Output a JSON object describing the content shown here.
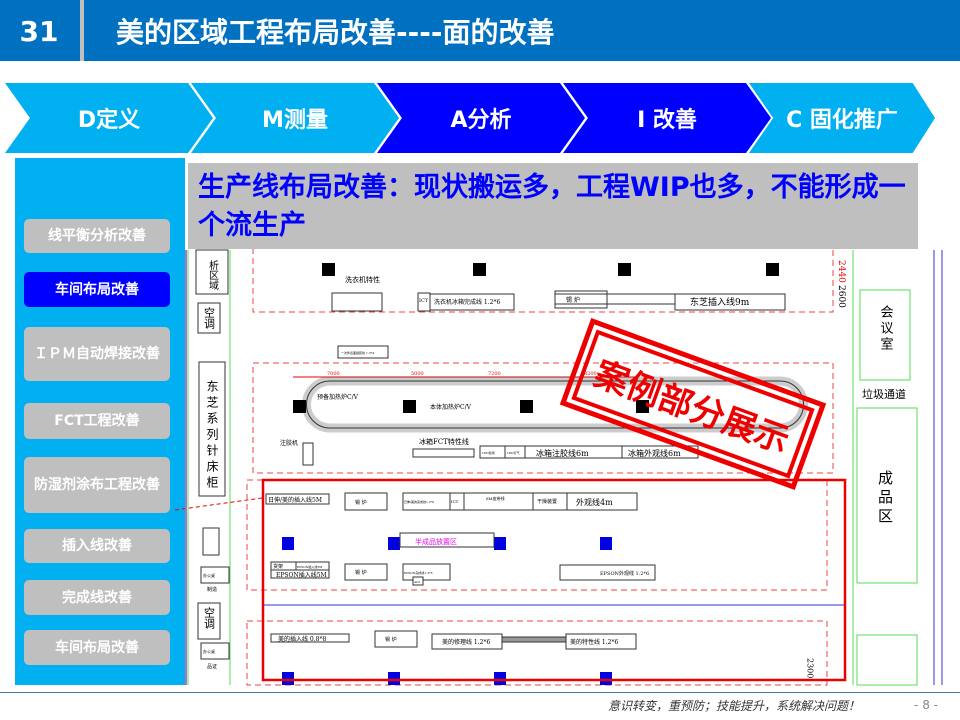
{
  "header": {
    "number": "31",
    "title": "美的区域工程布局改善----面的改善"
  },
  "steps": [
    {
      "label": "D定义",
      "active": false
    },
    {
      "label": "M测量",
      "active": false
    },
    {
      "label": "A分析",
      "active": true
    },
    {
      "label": "I 改善",
      "active": true
    },
    {
      "label": "C 固化推广",
      "active": false
    }
  ],
  "sidebar": {
    "items": [
      "线平衡分析改善",
      "车间布局改善",
      "ＩＰＭ自动焊接改善",
      "FCT工程改善",
      "防湿剂涂布工程改善",
      "插入线改善",
      "完成线改善",
      "车间布局改善"
    ]
  },
  "banner": "生产线布局改善：现状搬运多，工程WIP也多，不能形成一个流生产",
  "stamp": "案例部分展示",
  "plan": {
    "left_labels": {
      "analysis_area": "析区域",
      "ac1": "空调",
      "toshiba_cabinet": "东芝系列针床柜",
      "ac2": "空调",
      "office": "办公桌",
      "office_note1": "制造",
      "office_note2": "品证"
    },
    "right_labels": {
      "meeting": "会议室",
      "garbage": "垃圾通道",
      "finished": "成品区",
      "dim1": "2440",
      "dim2": "2600",
      "dim3": "2300"
    },
    "top": {
      "washer_spec": "洗衣机特性",
      "ict": "ICT",
      "washer_line": "洗衣机冰箱完成线 1.2*6",
      "solder": "锡  炉",
      "toshiba_insert": "东芝插入线9m"
    },
    "middle": {
      "first_line": "一次件表面组装线 1.3*4",
      "d1": "7000",
      "d2": "5000",
      "d3": "7200",
      "d4": "8200",
      "preheat": "预备加热炉C/V",
      "body_heat": "本体加热炉C/V",
      "glue_machine": "注胶机",
      "fridge_fct": "冰箱FCT特性线",
      "led1": "LED检测",
      "led2": "LED打气",
      "fridge_glue": "冰箱注胶线6m",
      "fridge_visual": "冰箱外观线6m"
    },
    "bottom": {
      "hitachi_insert": "日伸/美的插入线5M",
      "solder": "锡  炉",
      "hitachi_finish": "日伸/美的完成线1.2*6",
      "ict": "ICT",
      "belt": "6M皮带线",
      "dryer": "干燥装置",
      "visual4": "外观线4m",
      "semi_area": "半成品放置区",
      "rack": "货架",
      "epson_insert_small": "EPSON插入线5M",
      "epson_insert": "EPSON插入线5M",
      "epson_finish": "EPSON完成线1.2*6",
      "aoi": "AOI",
      "epson_visual": "EPSON外观线 1.2*6",
      "midea_insert": "美的插入线 0.8*8",
      "midea_repair": "美的修理线 1.2*6",
      "midea_spec": "美的特性线 1.2*6"
    }
  },
  "footer": {
    "slogan": "意识转变，重预防；技能提升，系统解决问题！",
    "page": "- 8 -"
  },
  "colors": {
    "header": "#0070C0",
    "step": "#00B0F0",
    "step_active": "#0000FF",
    "highlight": "#E00000"
  }
}
